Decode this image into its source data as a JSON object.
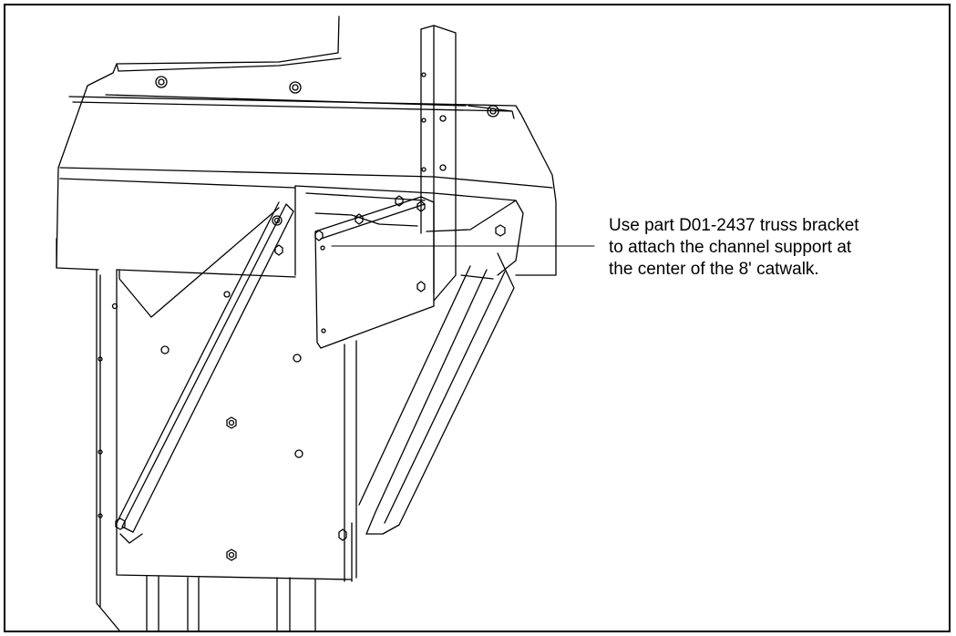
{
  "callout": {
    "lines": [
      "Use part D01-2437 truss bracket",
      "to attach the channel support at",
      "the center of the 8' catwalk."
    ]
  },
  "colors": {
    "stroke": "#000000",
    "background": "#ffffff"
  },
  "parts": {
    "channel_post": "vertical-channel-support",
    "bracket": "truss-bracket-D01-2437",
    "catwalk": "catwalk-section",
    "braces": "diagonal-braces"
  }
}
